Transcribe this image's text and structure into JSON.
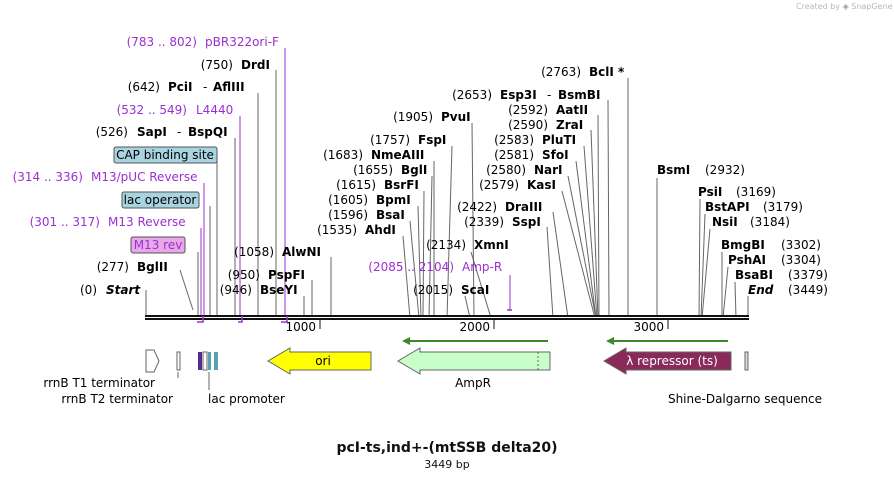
{
  "credit": {
    "text": "Created by",
    "brand": "SnapGene"
  },
  "plasmid": {
    "name": "pcI-ts,ind+-(mtSSB delta20)",
    "length": "3449 bp"
  },
  "colors": {
    "primer": "#9b30d0",
    "ori": "#ffff00",
    "ampr": "#c8ffc8",
    "repressor": "#8a2a5a",
    "boxed": "#a8d4e0"
  },
  "ruler": {
    "ticks": [
      "1000",
      "2000",
      "3000"
    ]
  },
  "left_sites": [
    {
      "name": "pBR322ori-F",
      "coord": "(783 .. 802)",
      "kind": "primer"
    },
    {
      "name": "DrdI",
      "coord": "(750)",
      "kind": "site"
    },
    {
      "name": "PciI",
      "name2": "AflIII",
      "coord": "(642)",
      "kind": "site"
    },
    {
      "name": "L4440",
      "coord": "(532 .. 549)",
      "kind": "primer"
    },
    {
      "name": "SapI",
      "name2": "BspQI",
      "coord": "(526)",
      "kind": "site"
    },
    {
      "name": "CAP binding site",
      "coord": "",
      "kind": "boxed"
    },
    {
      "name": "M13/pUC Reverse",
      "coord": "(314 .. 336)",
      "kind": "primer"
    },
    {
      "name": "lac operator",
      "coord": "",
      "kind": "boxed"
    },
    {
      "name": "M13 Reverse",
      "coord": "(301 .. 317)",
      "kind": "primer"
    },
    {
      "name": "M13 rev",
      "coord": "",
      "kind": "boxed-purple"
    },
    {
      "name": "BglII",
      "coord": "(277)",
      "kind": "site"
    },
    {
      "name": "Start",
      "coord": "(0)",
      "kind": "start"
    }
  ],
  "mid_sites": [
    {
      "name": "AlwNI",
      "coord": "(1058)",
      "kind": "site"
    },
    {
      "name": "PspFI",
      "coord": "(950)",
      "kind": "site"
    },
    {
      "name": "BseYI",
      "coord": "(946)",
      "kind": "site"
    },
    {
      "name": "PvuI",
      "coord": "(1905)",
      "kind": "site"
    },
    {
      "name": "FspI",
      "coord": "(1757)",
      "kind": "site"
    },
    {
      "name": "NmeAIII",
      "coord": "(1683)",
      "kind": "site"
    },
    {
      "name": "BglI",
      "coord": "(1655)",
      "kind": "site"
    },
    {
      "name": "BsrFI",
      "coord": "(1615)",
      "kind": "site"
    },
    {
      "name": "BpmI",
      "coord": "(1605)",
      "kind": "site"
    },
    {
      "name": "BsaI",
      "coord": "(1596)",
      "kind": "site"
    },
    {
      "name": "AhdI",
      "coord": "(1535)",
      "kind": "site"
    },
    {
      "name": "XmnI",
      "coord": "(2134)",
      "kind": "site"
    },
    {
      "name": "Amp-R",
      "coord": "(2085 .. 2104)",
      "kind": "primer"
    },
    {
      "name": "ScaI",
      "coord": "(2015)",
      "kind": "site"
    }
  ],
  "right_sites": [
    {
      "name": "BclI *",
      "coord": "(2763)",
      "kind": "site"
    },
    {
      "name": "Esp3I",
      "name2": "BsmBI",
      "coord": "(2653)",
      "kind": "site"
    },
    {
      "name": "AatII",
      "coord": "(2592)",
      "kind": "site"
    },
    {
      "name": "ZraI",
      "coord": "(2590)",
      "kind": "site"
    },
    {
      "name": "PluTI",
      "coord": "(2583)",
      "kind": "site"
    },
    {
      "name": "SfoI",
      "coord": "(2581)",
      "kind": "site"
    },
    {
      "name": "NarI",
      "coord": "(2580)",
      "kind": "site"
    },
    {
      "name": "KasI",
      "coord": "(2579)",
      "kind": "site"
    },
    {
      "name": "DraIII",
      "coord": "(2422)",
      "kind": "site"
    },
    {
      "name": "SspI",
      "coord": "(2339)",
      "kind": "site"
    },
    {
      "name": "BsmI",
      "coord": "(2932)",
      "kind": "site"
    },
    {
      "name": "PsiI",
      "coord": "(3169)",
      "kind": "site"
    },
    {
      "name": "BstAPI",
      "coord": "(3179)",
      "kind": "site"
    },
    {
      "name": "NsiI",
      "coord": "(3184)",
      "kind": "site"
    },
    {
      "name": "BmgBI",
      "coord": "(3302)",
      "kind": "site"
    },
    {
      "name": "PshAI",
      "coord": "(3304)",
      "kind": "site"
    },
    {
      "name": "BsaBI",
      "coord": "(3379)",
      "kind": "site"
    },
    {
      "name": "End",
      "coord": "(3449)",
      "kind": "end"
    }
  ],
  "features": {
    "ori": "ori",
    "ampr_label": "AmpR",
    "repressor": "λ repressor (ts)",
    "rrnb_t1": "rrnB T1 terminator",
    "rrnb_t2": "rrnB T2 terminator",
    "lac_promoter": "lac promoter",
    "shine_dalgarno": "Shine-Dalgarno sequence"
  }
}
